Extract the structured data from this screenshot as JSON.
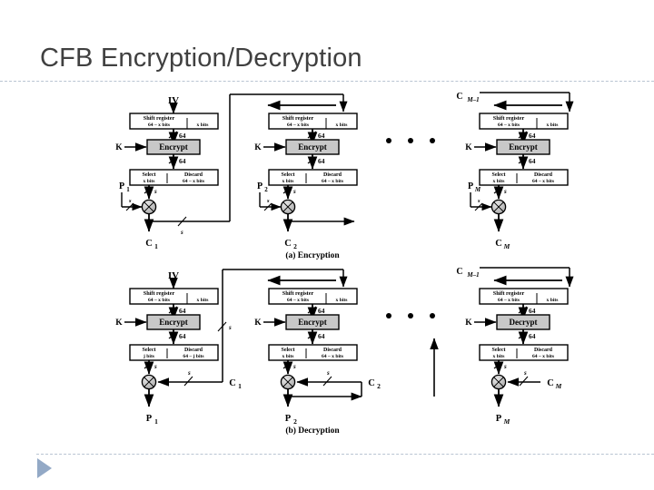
{
  "slide": {
    "title": "CFB Encryption/Decryption",
    "background_color": "#ffffff",
    "title_color": "#404040",
    "rule_color": "#b9c4d2",
    "marker_color": "#93a9c6"
  },
  "figure": {
    "captions": {
      "encryption": "(a) Encryption",
      "decryption": "(b) Decryption"
    },
    "ellipsis": "• • •",
    "common": {
      "shift_register_title": "Shift register",
      "shift_register_left": "64 – x bits",
      "shift_register_right": "x bits",
      "select_title": "Select",
      "select_sub": "x bits",
      "discard_title": "Discard",
      "discard_sub": "64 – x bits",
      "select_sub_alt": "j bits",
      "discard_sub_alt": "64 – j bits",
      "bus64": "64",
      "bus_s": "s",
      "key_label": "K",
      "encrypt_label": "Encrypt",
      "decrypt_label": "Decrypt",
      "iv_label": "IV",
      "cipher_fill": "#c8c8c8"
    },
    "encryption": {
      "stages": [
        {
          "id": "enc-stage-1",
          "top_input": "IV",
          "cipher_label": "Encrypt",
          "key_label": "K",
          "plain_label": "P",
          "plain_sub": "1",
          "cipher_out_label": "C",
          "cipher_out_sub": "1",
          "select_sub": "x bits",
          "discard_sub": "64 – x bits"
        },
        {
          "id": "enc-stage-2",
          "top_input": "",
          "cipher_label": "Encrypt",
          "key_label": "K",
          "plain_label": "P",
          "plain_sub": "2",
          "cipher_out_label": "C",
          "cipher_out_sub": "2",
          "select_sub": "x bits",
          "discard_sub": "64 – x bits"
        },
        {
          "id": "enc-stage-M",
          "top_input": "C",
          "top_input_sub": "M–1",
          "cipher_label": "Encrypt",
          "key_label": "K",
          "plain_label": "P",
          "plain_sub": "M",
          "cipher_out_label": "C",
          "cipher_out_sub": "M",
          "select_sub": "x bits",
          "discard_sub": "64 – x bits"
        }
      ]
    },
    "decryption": {
      "stages": [
        {
          "id": "dec-stage-1",
          "top_input": "IV",
          "cipher_label": "Encrypt",
          "key_label": "K",
          "cipher_in_label": "C",
          "cipher_in_sub": "1",
          "plain_out_label": "P",
          "plain_out_sub": "1",
          "select_sub": "j bits",
          "discard_sub": "64 – j bits"
        },
        {
          "id": "dec-stage-2",
          "top_input": "",
          "cipher_label": "Encrypt",
          "key_label": "K",
          "cipher_in_label": "C",
          "cipher_in_sub": "2",
          "plain_out_label": "P",
          "plain_out_sub": "2",
          "select_sub": "x bits",
          "discard_sub": "64 – x bits"
        },
        {
          "id": "dec-stage-M",
          "top_input": "C",
          "top_input_sub": "M–1",
          "cipher_label": "Decrypt",
          "key_label": "K",
          "cipher_in_label": "C",
          "cipher_in_sub": "M",
          "plain_out_label": "P",
          "plain_out_sub": "M",
          "select_sub": "x bits",
          "discard_sub": "64 – x bits"
        }
      ]
    }
  }
}
